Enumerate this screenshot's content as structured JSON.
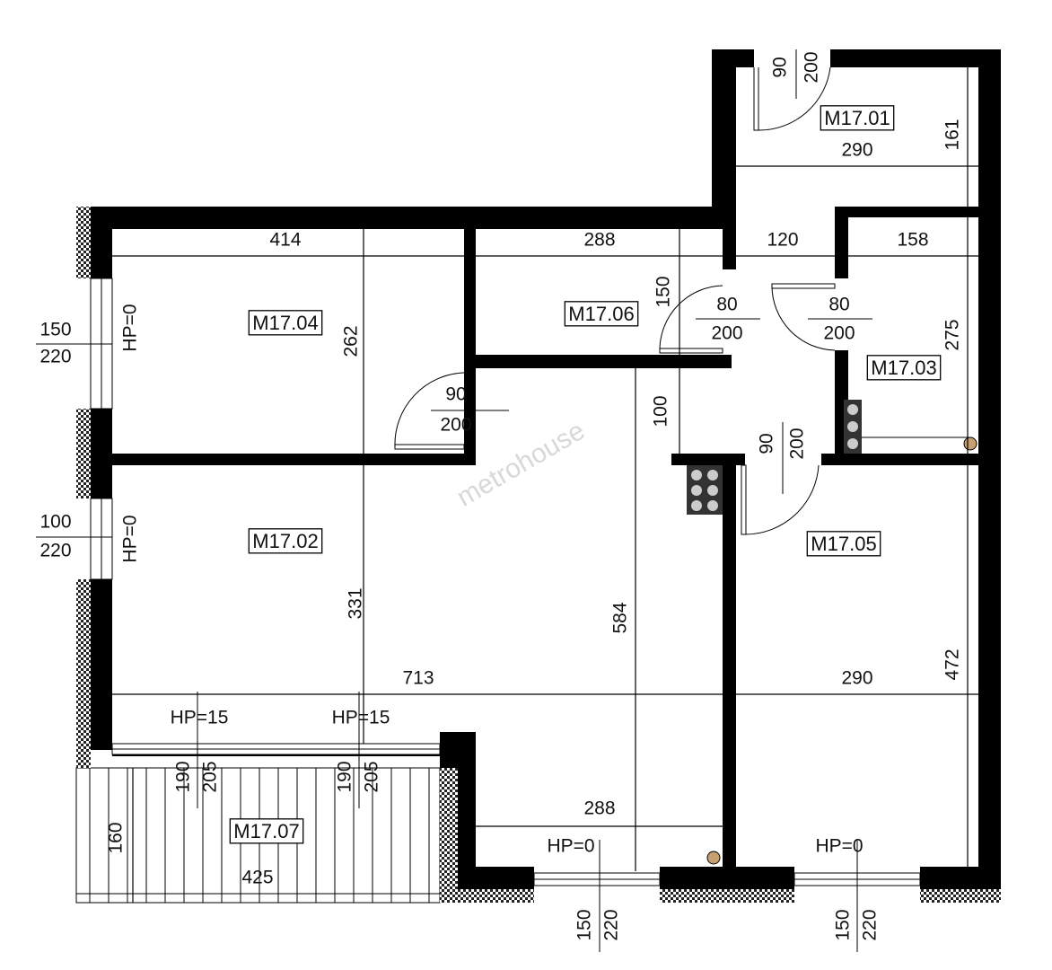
{
  "watermark": "metrohouse",
  "rooms": [
    "M17.01",
    "M17.02",
    "M17.03",
    "M17.04",
    "M17.05",
    "M17.06",
    "M17.07"
  ],
  "dimensions": [
    "290",
    "161",
    "414",
    "288",
    "120",
    "158",
    "262",
    "150",
    "80",
    "200",
    "80",
    "200",
    "275",
    "90",
    "200",
    "100",
    "90",
    "200",
    "90",
    "200",
    "150",
    "220",
    "100",
    "220",
    "HP=0",
    "HP=0",
    "331",
    "584",
    "713",
    "290",
    "472",
    "HP=15",
    "HP=15",
    "190",
    "205",
    "190",
    "205",
    "160",
    "425",
    "288",
    "HP=0",
    "HP=0",
    "150",
    "220",
    "150",
    "220"
  ]
}
